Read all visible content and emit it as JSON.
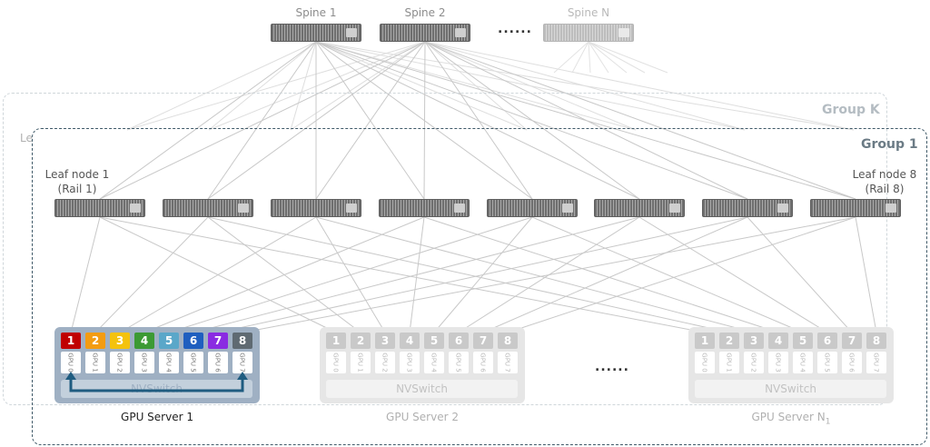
{
  "spines": [
    {
      "label": "Spine 1"
    },
    {
      "label": "Spine 2"
    },
    {
      "label": "Spine N"
    }
  ],
  "spine_ellipsis": "......",
  "groups": {
    "back": {
      "label": "Group K",
      "partial_text": "Le"
    },
    "front": {
      "label": "Group 1"
    }
  },
  "leaf_first": {
    "line1": "Leaf node 1",
    "line2": "(Rail 1)"
  },
  "leaf_last": {
    "line1": "Leaf node 8",
    "line2": "(Rail 8)"
  },
  "gpu_numbers": [
    "1",
    "2",
    "3",
    "4",
    "5",
    "6",
    "7",
    "8"
  ],
  "gpu_labels": [
    "GPU 0",
    "GPU 1",
    "GPU 2",
    "GPU 3",
    "GPU 4",
    "GPU 5",
    "GPU 6",
    "GPU 7"
  ],
  "rail_colors": [
    "#c00000",
    "#f39c12",
    "#f4c20d",
    "#3c9a34",
    "#5aa7c9",
    "#1f5fbf",
    "#8a2be2",
    "#5f6a72"
  ],
  "nvswitch_label": "NVSwitch",
  "servers": [
    {
      "label": "GPU Server 1",
      "active": true
    },
    {
      "label": "GPU Server 2",
      "active": false
    },
    {
      "label": "GPU Server N",
      "subscript": "1",
      "active": false
    }
  ],
  "server_ellipsis": "......",
  "colors": {
    "link": "#c8c8c8",
    "arrow": "#1f5c80"
  }
}
